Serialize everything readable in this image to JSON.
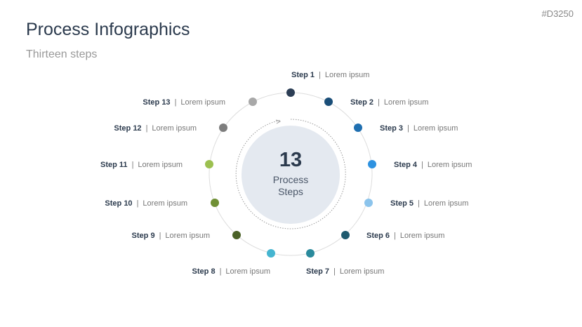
{
  "header": {
    "title": "Process Infographics",
    "subtitle": "Thirteen steps",
    "code": "#D3250"
  },
  "center": {
    "number": "13",
    "line1": "Process",
    "line2": "Steps"
  },
  "steps": [
    {
      "label": "Step 1",
      "text": "Lorem ipsum",
      "color": "#2c3e55"
    },
    {
      "label": "Step 2",
      "text": "Lorem ipsum",
      "color": "#1a4e78"
    },
    {
      "label": "Step 3",
      "text": "Lorem ipsum",
      "color": "#1f6fb0"
    },
    {
      "label": "Step 4",
      "text": "Lorem ipsum",
      "color": "#2e92e0"
    },
    {
      "label": "Step 5",
      "text": "Lorem ipsum",
      "color": "#8cc4ec"
    },
    {
      "label": "Step 6",
      "text": "Lorem ipsum",
      "color": "#1e5a6e"
    },
    {
      "label": "Step 7",
      "text": "Lorem ipsum",
      "color": "#2a8a9c"
    },
    {
      "label": "Step 8",
      "text": "Lorem ipsum",
      "color": "#45b5d0"
    },
    {
      "label": "Step 9",
      "text": "Lorem ipsum",
      "color": "#4a6127"
    },
    {
      "label": "Step 10",
      "text": "Lorem ipsum",
      "color": "#6f8f34"
    },
    {
      "label": "Step 11",
      "text": "Lorem ipsum",
      "color": "#9cc050"
    },
    {
      "label": "Step 12",
      "text": "Lorem ipsum",
      "color": "#7d7d7d"
    },
    {
      "label": "Step 13",
      "text": "Lorem ipsum",
      "color": "#a8a8a8"
    }
  ]
}
